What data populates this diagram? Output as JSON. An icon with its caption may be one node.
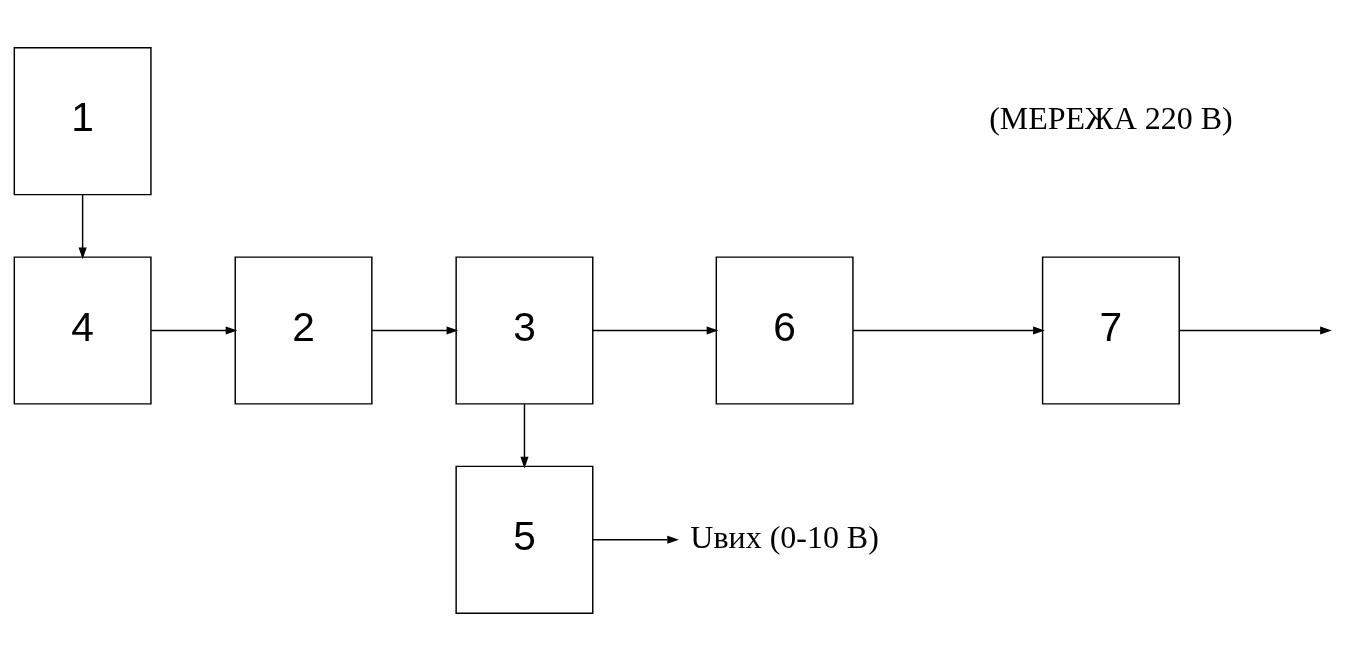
{
  "diagram": {
    "nodes": [
      {
        "text": [
          "1"
        ]
      },
      {
        "text": [
          "2"
        ]
      },
      {
        "text": [
          "3"
        ]
      },
      {
        "text": [
          "6"
        ]
      },
      {
        "text": [
          "7"
        ]
      },
      {
        "text": [
          "4"
        ]
      },
      {
        "text": [
          "5"
        ]
      },
      {
        "text": [
          "Uвих (0-10 В)"
        ]
      }
    ],
    "edges": [
      {
        "from": 1,
        "to": 2,
        "arrow": "to"
      },
      {
        "from": 2,
        "to": 3,
        "arrow": "to"
      },
      {
        "from": 3,
        "to": 4,
        "arrow": "to"
      },
      {
        "from": 4,
        "to": null,
        "arrow": "to"
      },
      {
        "from": 0,
        "to": 5,
        "arrow": "to"
      },
      {
        "from": 5,
        "to": 1,
        "arrow": "to"
      },
      {
        "from": 2,
        "to": 6,
        "arrow": "to"
      },
      {
        "from": 6,
        "to": 7,
        "arrow": "to"
      }
    ],
    "labels": [
      "(МЕРЕЖА 220 В)"
    ]
  }
}
